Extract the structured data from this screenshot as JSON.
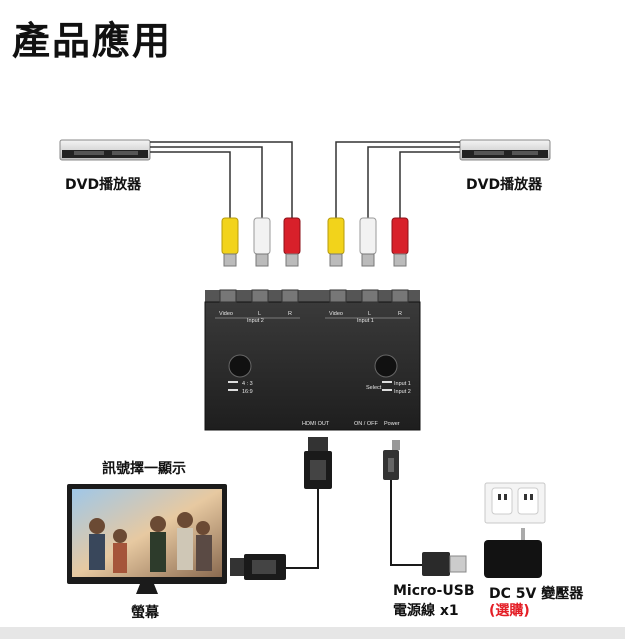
{
  "page": {
    "title": "產品應用"
  },
  "labels": {
    "dvd_left": "DVD播放器",
    "dvd_right": "DVD播放器",
    "signal_select": "訊號擇一顯示",
    "screen": "螢幕",
    "usb_line1": "Micro-USB",
    "usb_line2": "電源線 x1",
    "adapter_line1": "DC 5V 變壓器",
    "adapter_line2": "(選購)"
  },
  "device": {
    "port_video_left": "Video",
    "port_l_left": "L",
    "port_r_left": "R",
    "input2": "Input 2",
    "port_video_right": "Video",
    "port_l_right": "L",
    "port_r_right": "R",
    "input1": "Input 1",
    "ratio_43": "4 : 3",
    "ratio_169": "16:9",
    "select": "Select",
    "select_input1": "Input 1",
    "select_input2": "Input 2",
    "hdmi_out": "HDMI OUT",
    "on_off": "ON / OFF",
    "power": "Power"
  },
  "colors": {
    "rca_yellow": "#f2d31b",
    "rca_white": "#f2f2f2",
    "rca_red": "#d8202a",
    "device_body": "#2b2b2b",
    "label_red": "#e41e26"
  }
}
